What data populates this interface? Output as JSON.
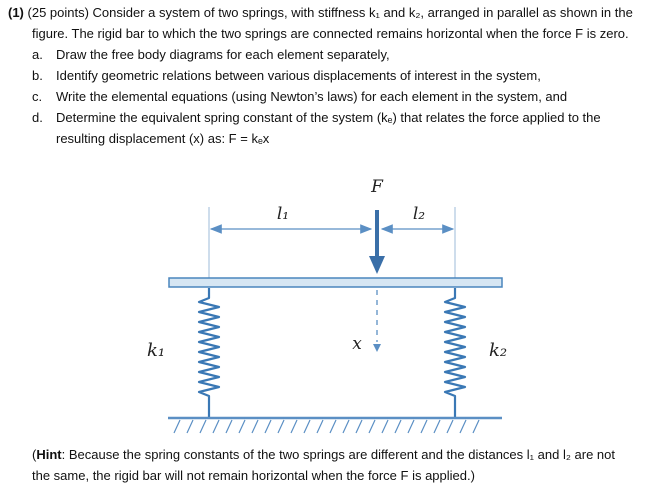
{
  "question": {
    "number": "(1)",
    "intro": "(25 points) Consider a system of two springs, with stiffness k₁ and k₂, arranged in parallel as shown in the figure. The rigid bar to which the two springs are connected remains horizontal when the force F is zero.",
    "items": [
      {
        "label": "a.",
        "text": "Draw the free body diagrams for each element separately,"
      },
      {
        "label": "b.",
        "text": "Identify geometric relations between various displacements of interest in the system,"
      },
      {
        "label": "c.",
        "text": "Write the elemental equations (using Newton’s laws) for each element in the system, and"
      },
      {
        "label": "d.",
        "text": "Determine the equivalent spring constant of the system (kₑ) that relates the force applied to the resulting displacement (x) as: F = kₑx"
      }
    ]
  },
  "figure": {
    "force_label": "F",
    "l1_label": "l₁",
    "l2_label": "l₂",
    "k1_label": "k₁",
    "k2_label": "k₂",
    "x_label": "x",
    "colors": {
      "spring": "#3a78b5",
      "arrow": "#3a6fa8",
      "bar_fill": "#d6e6f3",
      "bar_stroke": "#4a85bd",
      "ground": "#5b8fc4"
    }
  },
  "hint": {
    "label": "Hint",
    "text": ": Because the spring constants of the two springs are different and the distances l₁ and l₂ are not the same, the rigid bar will not remain horizontal when the force F is applied.)"
  }
}
